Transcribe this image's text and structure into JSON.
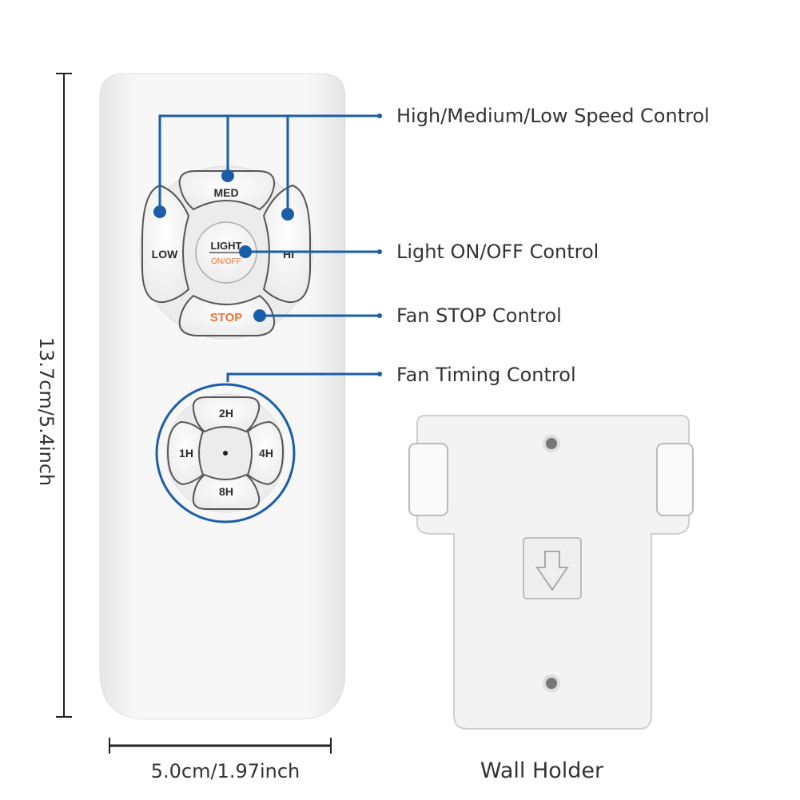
{
  "remote": {
    "buttons": {
      "med": "MED",
      "low": "LOW",
      "hi": "HI",
      "light": "LIGHT",
      "on_off": "ON/OFF",
      "stop": "STOP",
      "timer_2h": "2H",
      "timer_1h": "1H",
      "timer_4h": "4H",
      "timer_8h": "8H"
    }
  },
  "callouts": {
    "speed": "High/Medium/Low Speed Control",
    "light": "Light ON/OFF Control",
    "stop": "Fan STOP Control",
    "timing": "Fan Timing Control"
  },
  "dimensions": {
    "height": "13.7cm/5.4inch",
    "width": "5.0cm/1.97inch"
  },
  "wall_holder_label": "Wall Holder",
  "colors": {
    "callout_blue": "#1a5ea8",
    "stop_orange": "#e8743b",
    "remote_body": "#f4f4f4"
  }
}
